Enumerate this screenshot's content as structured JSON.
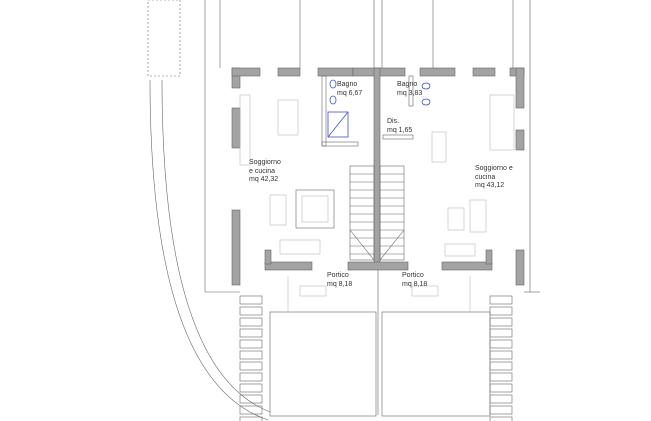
{
  "rooms": [
    {
      "name": "Bagno",
      "area": "mq 6,67"
    },
    {
      "name": "Bagno",
      "area": "mq 3,83"
    },
    {
      "name": "Dis.",
      "area": "mq 1,65"
    },
    {
      "name": "Soggiorno",
      "name2": "e cucina",
      "area": "mq 42,32"
    },
    {
      "name": "Soggiorno e",
      "name2": "cucina",
      "area": "mq 43,12"
    },
    {
      "name": "Portico",
      "area": "mq 8,18"
    },
    {
      "name": "Portico",
      "area": "mq 8,18"
    }
  ],
  "colors": {
    "wall": "#a3a3a3",
    "line": "#666666",
    "fixtures": "#4050c8"
  }
}
